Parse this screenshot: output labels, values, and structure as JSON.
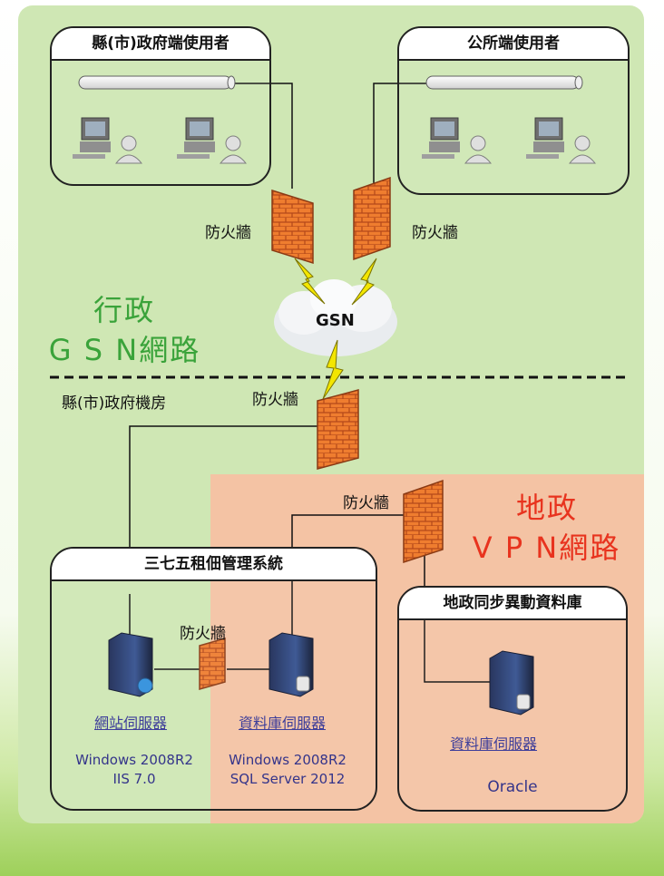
{
  "boxes": {
    "county_users": "縣(市)政府端使用者",
    "district_users": "公所端使用者",
    "system": "三七五租佃管理系統",
    "land_db": "地政同步異動資料庫"
  },
  "firewall_label": "防火牆",
  "cloud_label": "GSN",
  "zones": {
    "gsn_line1": "行政",
    "gsn_line2": "G S N網路",
    "vpn_line1": "地政",
    "vpn_line2": "V P N網路",
    "county_room": "縣(市)政府機房"
  },
  "servers": {
    "web": {
      "label": "網站伺服器",
      "os1": "Windows 2008R2",
      "os2": "IIS 7.0"
    },
    "db": {
      "label": "資料庫伺服器",
      "os1": "Windows 2008R2",
      "os2": "SQL Server 2012"
    },
    "oracle": {
      "label": "資料庫伺服器",
      "os1": "Oracle"
    }
  },
  "colors": {
    "gsn_text": "#3aa33a",
    "vpn_text": "#e8331e",
    "green_panel": "#cfe7b4",
    "orange_panel": "#f4c3a4",
    "firewall": "#e9742e"
  }
}
